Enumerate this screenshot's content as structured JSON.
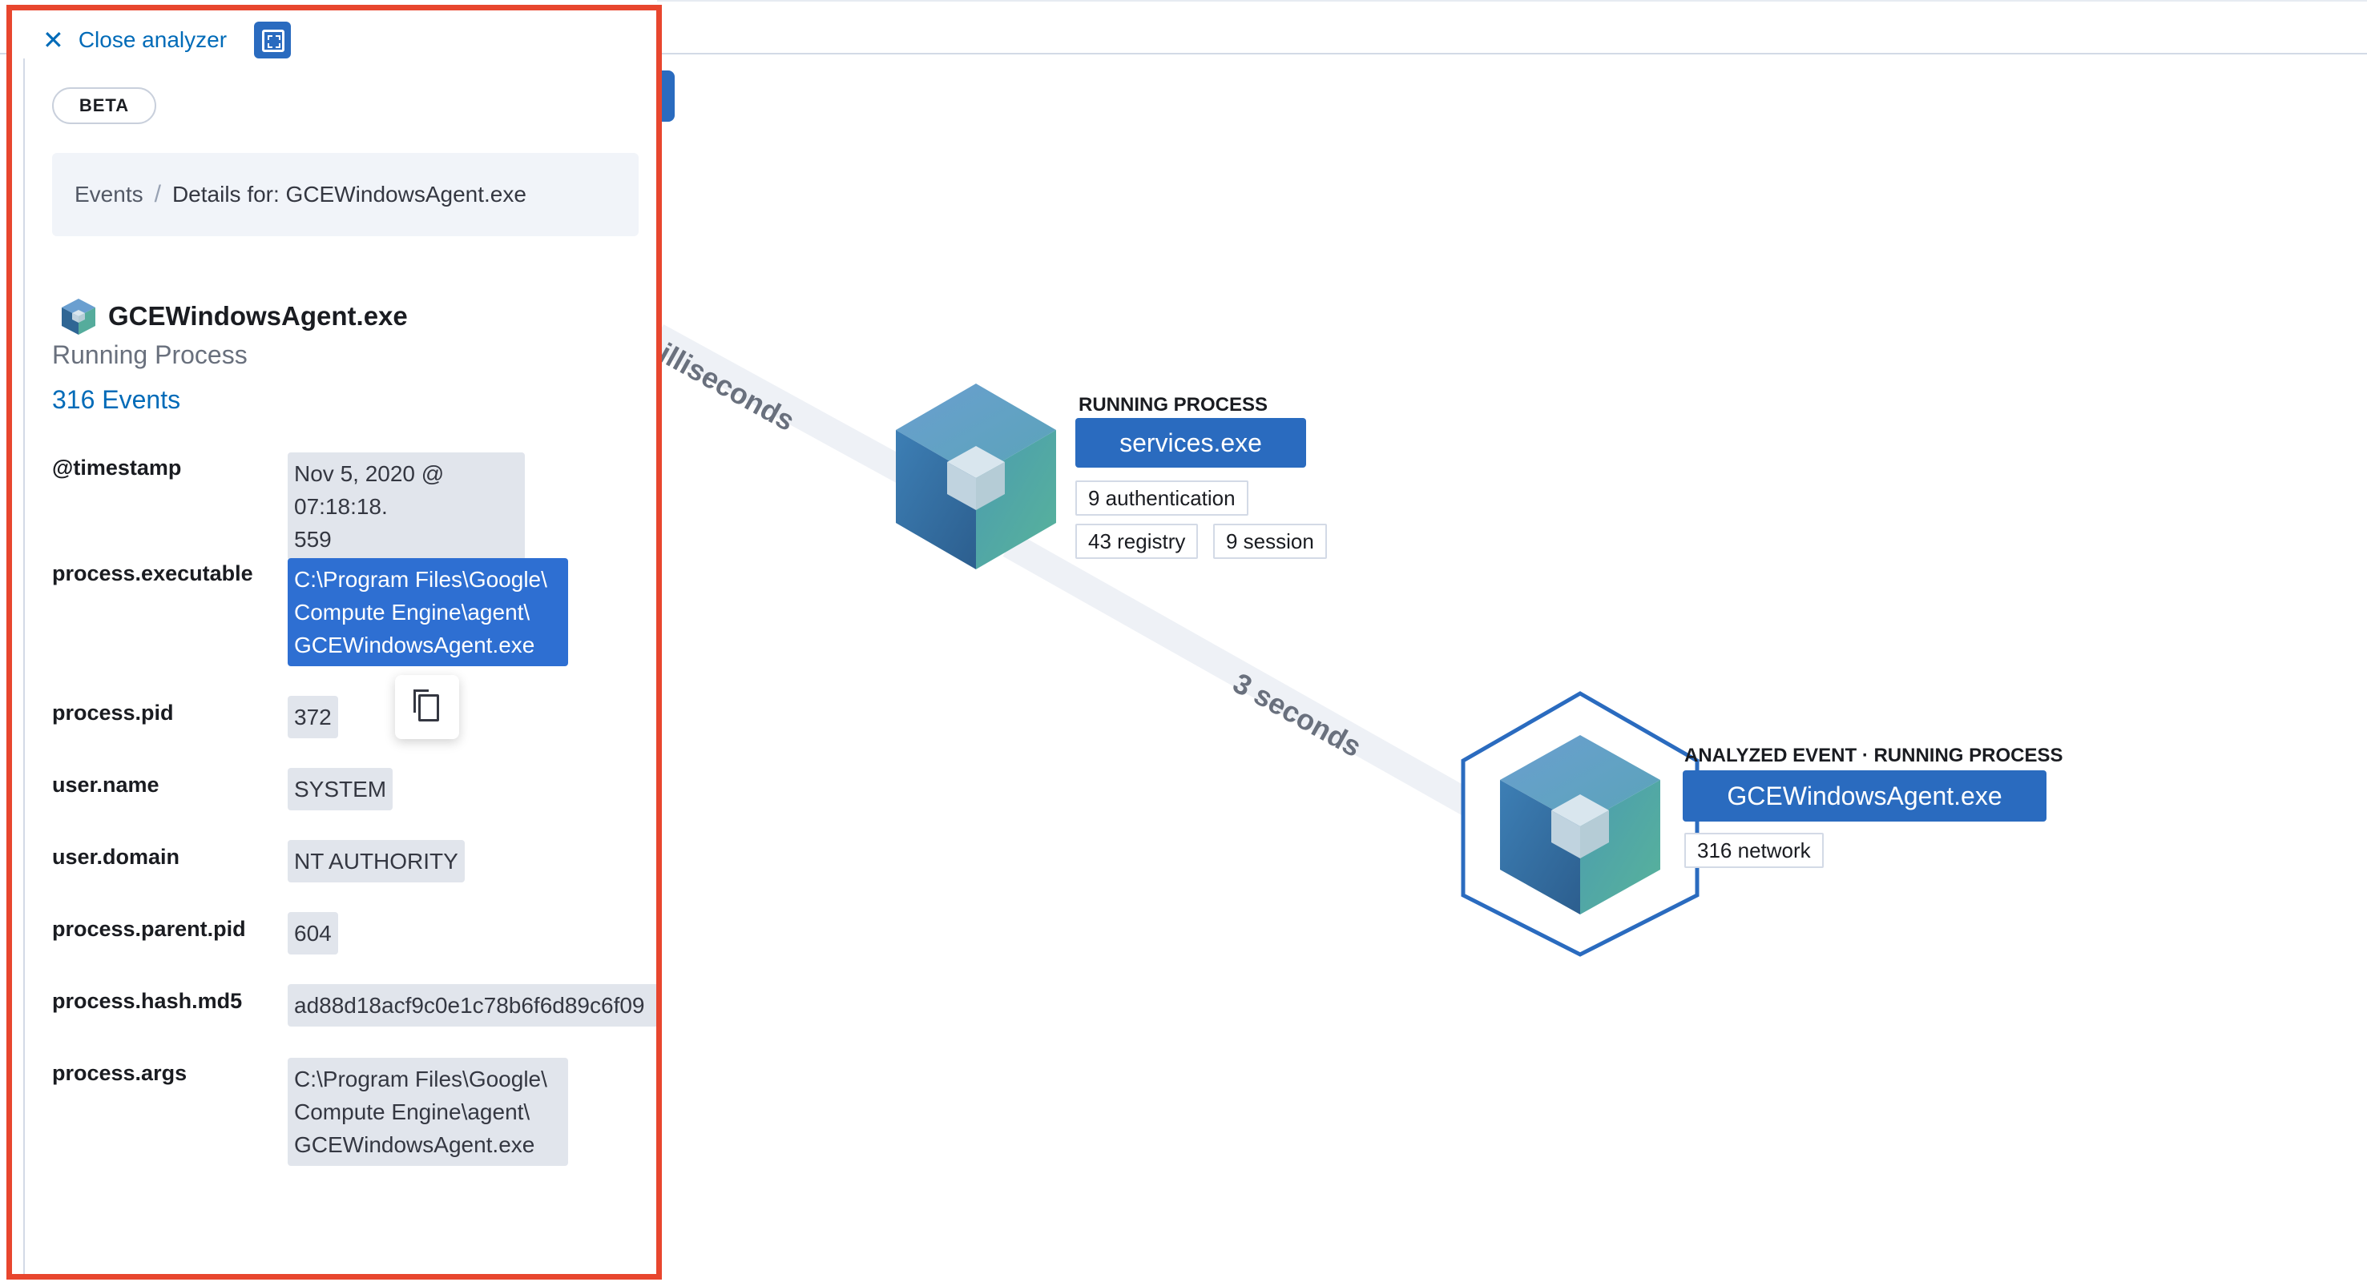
{
  "analyzer": {
    "close_label": "Close analyzer",
    "fullscreen_icon": "fullscreen-icon",
    "badge": "BETA"
  },
  "breadcrumbs": {
    "root": "Events",
    "separator": "/",
    "current": "Details for: GCEWindowsAgent.exe"
  },
  "process": {
    "name": "GCEWindowsAgent.exe",
    "state": "Running Process",
    "events_link": "316 Events"
  },
  "fields": [
    {
      "name": "@timestamp",
      "value": "Nov 5, 2020 @ 07:18:18.\n559"
    },
    {
      "name": "process.executable",
      "value": "C:\\Program Files\\Google\\\nCompute Engine\\agent\\\nGCEWindowsAgent.exe"
    },
    {
      "name": "process.pid",
      "value": "372"
    },
    {
      "name": "user.name",
      "value": "SYSTEM"
    },
    {
      "name": "user.domain",
      "value": "NT AUTHORITY"
    },
    {
      "name": "process.parent.pid",
      "value": "604"
    },
    {
      "name": "process.hash.md5",
      "value": "ad88d18acf9c0e1c78b6f6d89c6f09"
    },
    {
      "name": "process.args",
      "value": "C:\\Program Files\\Google\\\nCompute Engine\\agent\\\nGCEWindowsAgent.exe"
    }
  ],
  "graph": {
    "edges": [
      {
        "label": "illiseconds"
      },
      {
        "label": "3 seconds"
      }
    ],
    "nodes": [
      {
        "heading": "RUNNING PROCESS",
        "name": "services.exe",
        "chips": [
          "9 authentication",
          "43 registry",
          "9 session"
        ]
      },
      {
        "heading": "ANALYZED EVENT · RUNNING PROCESS",
        "name": "GCEWindowsAgent.exe",
        "chips": [
          "316 network"
        ]
      }
    ]
  },
  "colors": {
    "accent": "#2a6bbf",
    "highlight_border": "#e8462e",
    "selection": "#2e6fd2",
    "link": "#006bb8"
  }
}
